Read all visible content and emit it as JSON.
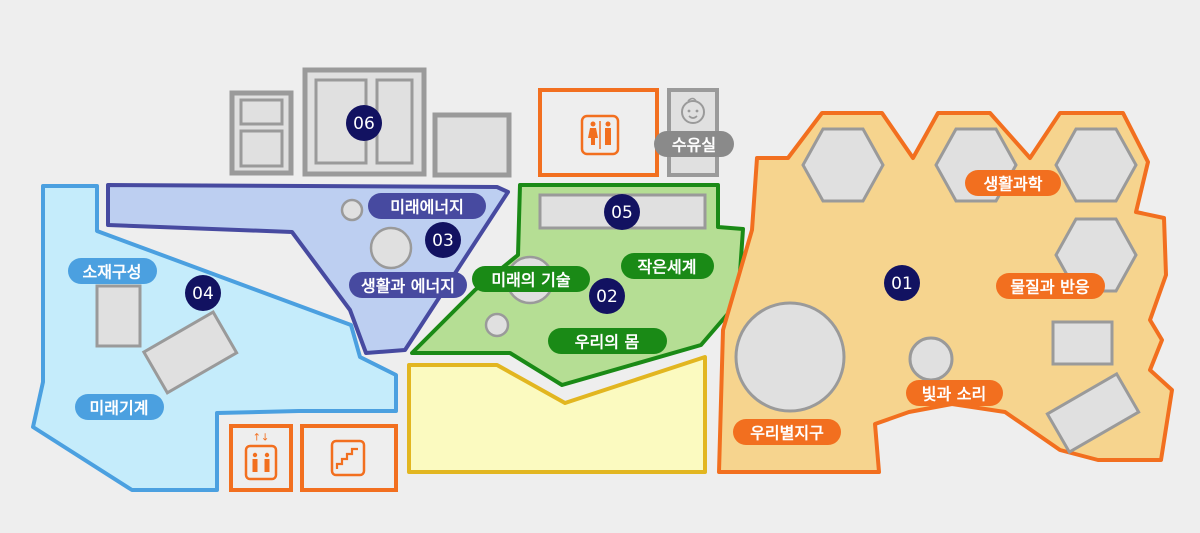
{
  "colors": {
    "background": "#eeeeee",
    "gray_stroke": "#9a9a9a",
    "gray_fill": "#e0e0e0",
    "zone01_fill": "#f6d48e",
    "zone01_stroke": "#f26f1f",
    "zone02_fill": "#b5de94",
    "zone02_stroke": "#1a8a16",
    "zone03_fill": "#bdcff1",
    "zone03_stroke": "#474aa0",
    "zone04_fill": "#c5ecfb",
    "zone04_stroke": "#4ba0e0",
    "yellow_fill": "#fbfac0",
    "yellow_stroke": "#e2b620",
    "number_badge": "#121261",
    "orange": "#f26f1f",
    "green": "#1a8a16",
    "blue": "#474aa0",
    "sky": "#4ba0e0",
    "gray_label": "#8a8a8a"
  },
  "zones": [
    {
      "id": "01",
      "number": "01"
    },
    {
      "id": "02",
      "number": "02"
    },
    {
      "id": "03",
      "number": "03"
    },
    {
      "id": "04",
      "number": "04"
    },
    {
      "id": "05",
      "number": "05"
    },
    {
      "id": "06",
      "number": "06"
    }
  ],
  "labels": {
    "zone01": [
      "생활과학",
      "물질과 반응",
      "빛과 소리",
      "우리별지구"
    ],
    "zone02": [
      "미래의 기술",
      "작은세계",
      "우리의 몸"
    ],
    "zone03": [
      "미래에너지",
      "생활과 에너지"
    ],
    "zone04": [
      "소재구성",
      "미래기계"
    ],
    "nursing_room": "수유실"
  },
  "facilities": {
    "restroom_icon": "restroom-icon",
    "baby_icon": "baby-face-icon",
    "elevator_icon": "elevator-icon",
    "stairs_icon": "stairs-icon"
  }
}
